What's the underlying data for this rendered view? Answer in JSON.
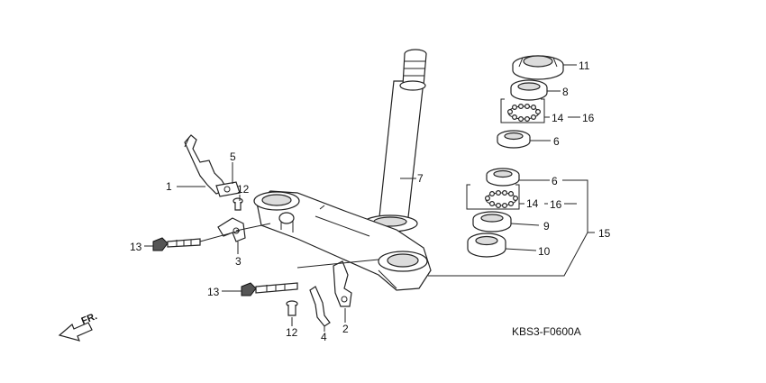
{
  "diagram": {
    "code": "KBS3-F0600A",
    "direction_label": "FR.",
    "callouts": [
      {
        "id": "c1",
        "text": "1"
      },
      {
        "id": "c2",
        "text": "2"
      },
      {
        "id": "c3",
        "text": "3"
      },
      {
        "id": "c4",
        "text": "4"
      },
      {
        "id": "c5",
        "text": "5"
      },
      {
        "id": "c6a",
        "text": "6"
      },
      {
        "id": "c6b",
        "text": "6"
      },
      {
        "id": "c7",
        "text": "7"
      },
      {
        "id": "c8",
        "text": "8"
      },
      {
        "id": "c9",
        "text": "9"
      },
      {
        "id": "c10",
        "text": "10"
      },
      {
        "id": "c11",
        "text": "11"
      },
      {
        "id": "c12a",
        "text": "12"
      },
      {
        "id": "c12b",
        "text": "12"
      },
      {
        "id": "c13a",
        "text": "13"
      },
      {
        "id": "c13b",
        "text": "13"
      },
      {
        "id": "c14a",
        "text": "14"
      },
      {
        "id": "c14b",
        "text": "14"
      },
      {
        "id": "c15",
        "text": "15"
      },
      {
        "id": "c16a",
        "text": "16"
      },
      {
        "id": "c16b",
        "text": "16"
      }
    ]
  }
}
